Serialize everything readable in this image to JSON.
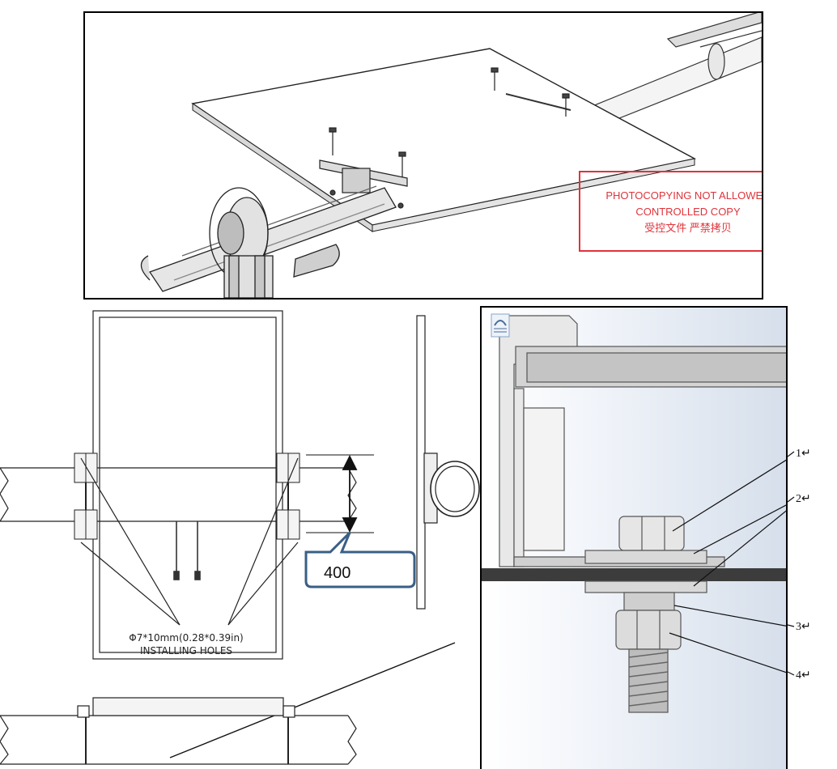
{
  "stamp": {
    "line1": "PHOTOCOPYING NOT ALLOWED",
    "line2": "CONTROLLED COPY",
    "line3": "受控文件 严禁拷贝",
    "color": "#e0333a"
  },
  "holes_note": {
    "spec": "Φ7*10mm(0.28*0.39in)",
    "label": "INSTALLING HOLES"
  },
  "dimension": {
    "value": "400",
    "box_color": "#3a5f86"
  },
  "callouts": [
    {
      "label": "1↵"
    },
    {
      "label": "2↵"
    },
    {
      "label": "3↵"
    },
    {
      "label": "4↵"
    }
  ],
  "icons": {
    "corner_icon": "magnet-icon"
  }
}
